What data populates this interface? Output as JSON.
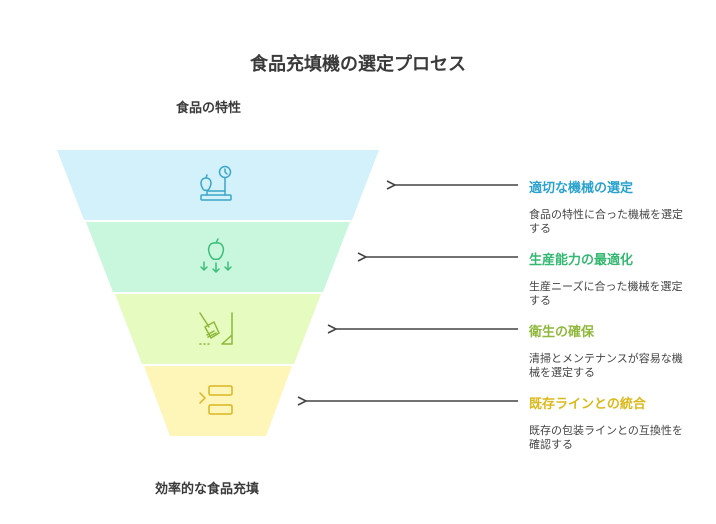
{
  "title": "食品充填機の選定プロセス",
  "top_label": "食品の特性",
  "bottom_label": "効率的な食品充填",
  "stages": [
    {
      "title": "適切な機械の選定",
      "desc": "食品の特性に合った機械を選定する",
      "icon": "scale-apple-icon",
      "fill": "#d3f1fb",
      "stroke": "#3aa6c8",
      "title_color": "#2aa2cf"
    },
    {
      "title": "生産能力の最適化",
      "desc": "生産ニーズに合った機械を選定する",
      "icon": "apple-arrows-icon",
      "fill": "#c8f7de",
      "stroke": "#3dbf7a",
      "title_color": "#35b871"
    },
    {
      "title": "衛生の確保",
      "desc": "清掃とメンテナンスが容易な機械を選定する",
      "icon": "broom-icon",
      "fill": "#e6fbbf",
      "stroke": "#8db83a",
      "title_color": "#8fb83d"
    },
    {
      "title": "既存ラインとの統合",
      "desc": "既存の包装ラインとの互換性を確認する",
      "icon": "integration-icon",
      "fill": "#fef6b8",
      "stroke": "#dcb520",
      "title_color": "#dbb91b"
    }
  ]
}
